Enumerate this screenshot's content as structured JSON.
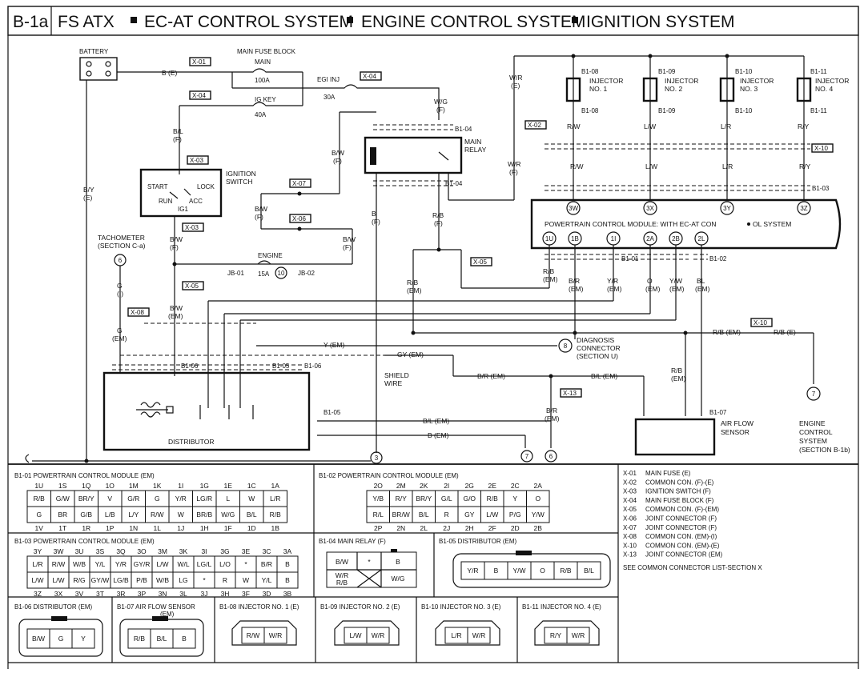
{
  "header": {
    "page_id": "B-1a",
    "model": "FS ATX",
    "sections": [
      "EC-AT CONTROL SYSTEM",
      "ENGINE CONTROL SYSTEM",
      "IGNITION SYSTEM"
    ]
  },
  "diagram": {
    "battery": "BATTERY",
    "main_fuse_block": "MAIN FUSE BLOCK",
    "fuses": [
      {
        "name": "MAIN",
        "rating": "100A"
      },
      {
        "name": "IG KEY",
        "rating": "40A"
      },
      {
        "name": "EGI INJ",
        "rating": "30A"
      },
      {
        "name": "ENGINE",
        "rating": "15A",
        "num": "10"
      }
    ],
    "ignition_switch": {
      "title": [
        "IGNITION",
        "SWITCH"
      ],
      "positions": [
        "START",
        "LOCK",
        "RUN",
        "ACC",
        "IG1"
      ]
    },
    "main_relay": [
      "MAIN",
      "RELAY"
    ],
    "tachometer": [
      "TACHOMETER",
      "(SECTION C-a)"
    ],
    "tach_num": "6",
    "injectors": [
      {
        "conn": "B1-08",
        "name": [
          "INJECTOR",
          "NO. 1"
        ],
        "wire": "R/W",
        "wire_em": "R/W"
      },
      {
        "conn": "B1-09",
        "name": [
          "INJECTOR",
          "NO. 2"
        ],
        "wire": "L/W",
        "wire_em": "L/W"
      },
      {
        "conn": "B1-10",
        "name": [
          "INJECTOR",
          "NO. 3"
        ],
        "wire": "L/R",
        "wire_em": "L/R"
      },
      {
        "conn": "B1-11",
        "name": [
          "INJECTOR",
          "NO. 4"
        ],
        "wire": "R/Y",
        "wire_em": "R/Y"
      }
    ],
    "pcm_title": "POWERTRAIN CONTROL MODULE: WITH EC-AT CON",
    "pcm_title_tail": "OL SYSTEM",
    "pcm_top_terms": [
      "3W",
      "3X",
      "3Y",
      "3Z"
    ],
    "pcm_bottom_terms": [
      "1U",
      "1B",
      "1I",
      "2A",
      "2B",
      "2L"
    ],
    "distributor": "DISTRIBUTOR",
    "air_flow_sensor": [
      "AIR FLOW",
      "SENSOR"
    ],
    "diagnosis": [
      "DIAGNOSIS",
      "CONNECTOR",
      "(SECTION U)"
    ],
    "diag_num": "8",
    "engine_control": [
      "ENGINE",
      "CONTROL",
      "SYSTEM",
      "(SECTION B-1b)"
    ],
    "engine_num": "7",
    "shield_wire": [
      "SHIELD",
      "WIRE"
    ],
    "x_tags": {
      "x01": "X-01",
      "x02": "X-02",
      "x03": "X-03",
      "x04": "X-04",
      "x05": "X-05",
      "x06": "X-06",
      "x07": "X-07",
      "x08": "X-08",
      "x10": "X-10",
      "x13": "X-13"
    },
    "wire_labels": {
      "b_e": "B (E)",
      "by_e": [
        "B/Y",
        "(E)"
      ],
      "bl_f": [
        "B/L",
        "(F)"
      ],
      "bw_f": [
        "B/W",
        "(F)"
      ],
      "bw_em": [
        "B/W",
        "(EM)"
      ],
      "wg_f": [
        "W/G",
        "(F)"
      ],
      "wr_e": [
        "W/R",
        "(E)"
      ],
      "wr_f": [
        "W/R",
        "(F)"
      ],
      "b_f": [
        "B",
        "(F)"
      ],
      "rb_f": [
        "R/B",
        "(F)"
      ],
      "rb_em": [
        "R/B",
        "(EM)"
      ],
      "g_i": [
        "G",
        "(I)"
      ],
      "g_em": [
        "G",
        "(EM)"
      ],
      "y_em": "Y (EM)",
      "gy_em": "GY (EM)",
      "br_em": "B/R (EM)",
      "bl_em": "B/L (EM)",
      "b_em": "B (EM)",
      "rb_em_line": "R/B (EM)",
      "rb_e": "R/B (E)",
      "br_em2": [
        "B/R",
        "(EM)"
      ],
      "yr_em": [
        "Y/R",
        "(EM)"
      ],
      "o_em": [
        "O",
        "(EM)"
      ],
      "yw_em": [
        "Y/W",
        "(EM)"
      ],
      "bl_em2": [
        "BL",
        "(EM)"
      ],
      "jb01": "JB-01",
      "jb02": "JB-02"
    },
    "conn_labels": {
      "b101": "B1-01",
      "b102": "B1-02",
      "b103": "B1-03",
      "b104": "B1-04",
      "b105": "B1-05",
      "b106": "B1-06",
      "b107": "B1-07"
    },
    "ground_num": "3"
  },
  "connectors": {
    "b101": {
      "title": "B1-01  POWERTRAIN CONTROL MODULE (EM)",
      "top_labels": [
        "1U",
        "1S",
        "1Q",
        "1O",
        "1M",
        "1K",
        "1I",
        "1G",
        "1E",
        "1C",
        "1A"
      ],
      "row1": [
        "R/B",
        "G/W",
        "BR/Y",
        "V",
        "G/R",
        "G",
        "Y/R",
        "LG/R",
        "L",
        "W",
        "L/R"
      ],
      "row2": [
        "G",
        "BR",
        "G/B",
        "L/B",
        "L/Y",
        "R/W",
        "W",
        "BR/B",
        "W/G",
        "B/L",
        "R/B"
      ],
      "bottom_labels": [
        "1V",
        "1T",
        "1R",
        "1P",
        "1N",
        "1L",
        "1J",
        "1H",
        "1F",
        "1D",
        "1B"
      ]
    },
    "b102": {
      "title": "B1-02  POWERTRAIN CONTROL MODULE (EM)",
      "top_labels": [
        "2O",
        "2M",
        "2K",
        "2I",
        "2G",
        "2E",
        "2C",
        "2A"
      ],
      "row1": [
        "Y/B",
        "R/Y",
        "BR/Y",
        "G/L",
        "G/O",
        "R/B",
        "Y",
        "O"
      ],
      "row2": [
        "R/L",
        "BR/W",
        "B/L",
        "R",
        "GY",
        "L/W",
        "P/G",
        "Y/W"
      ],
      "bottom_labels": [
        "2P",
        "2N",
        "2L",
        "2J",
        "2H",
        "2F",
        "2D",
        "2B"
      ]
    },
    "b103": {
      "title": "B1-03  POWERTRAIN CONTROL MODULE (EM)",
      "top_labels": [
        "3Y",
        "3W",
        "3U",
        "3S",
        "3Q",
        "3O",
        "3M",
        "3K",
        "3I",
        "3G",
        "3E",
        "3C",
        "3A"
      ],
      "row1": [
        "L/R",
        "R/W",
        "W/B",
        "Y/L",
        "Y/R",
        "GY/R",
        "L/W",
        "W/L",
        "LG/L",
        "L/O",
        "*",
        "B/R",
        "B"
      ],
      "row2": [
        "L/W",
        "L/W",
        "R/G",
        "GY/W",
        "LG/B",
        "P/B",
        "W/B",
        "LG",
        "*",
        "R",
        "W",
        "Y/L",
        "B"
      ],
      "bottom_labels": [
        "3Z",
        "3X",
        "3V",
        "3T",
        "3R",
        "3P",
        "3N",
        "3L",
        "3J",
        "3H",
        "3F",
        "3D",
        "3B"
      ]
    },
    "b104": {
      "title": "B1-04  MAIN RELAY (F)",
      "cells": [
        "B/W",
        "*",
        "B",
        "W/R",
        "R/B",
        "W/G"
      ]
    },
    "b105": {
      "title": "B1-05  DISTRIBUTOR (EM)",
      "cells": [
        "Y/R",
        "B",
        "Y/W",
        "O",
        "R/B",
        "B/L"
      ]
    },
    "b106": {
      "title": "B1-06  DISTRIBUTOR (EM)",
      "cells": [
        "B/W",
        "G",
        "Y"
      ]
    },
    "b107": {
      "title": "B1-07  AIR FLOW SENSOR",
      "sub": "(EM)",
      "cells": [
        "R/B",
        "B/L",
        "B"
      ]
    },
    "b108": {
      "title": "B1-08  INJECTOR NO. 1 (E)",
      "cells": [
        "R/W",
        "W/R"
      ]
    },
    "b109": {
      "title": "B1-09  INJECTOR NO. 2 (E)",
      "cells": [
        "L/W",
        "W/R"
      ]
    },
    "b110": {
      "title": "B1-10  INJECTOR NO. 3 (E)",
      "cells": [
        "L/R",
        "W/R"
      ]
    },
    "b111": {
      "title": "B1-11  INJECTOR NO. 4 (E)",
      "cells": [
        "R/Y",
        "W/R"
      ]
    }
  },
  "legend": [
    {
      "code": "X-01",
      "desc": "MAIN FUSE (E)"
    },
    {
      "code": "X-02",
      "desc": "COMMON CON. (F)-(E)"
    },
    {
      "code": "X-03",
      "desc": "IGNITION SWITCH (F)"
    },
    {
      "code": "X-04",
      "desc": "MAIN FUSE BLOCK (F)"
    },
    {
      "code": "X-05",
      "desc": "COMMON CON. (F)-(EM)"
    },
    {
      "code": "X-06",
      "desc": "JOINT CONNECTOR (F)"
    },
    {
      "code": "X-07",
      "desc": "JOINT CONNECTOR (F)"
    },
    {
      "code": "X-08",
      "desc": "COMMON CON. (EM)-(I)"
    },
    {
      "code": "X-10",
      "desc": "COMMON CON. (EM)-(E)"
    },
    {
      "code": "X-13",
      "desc": "JOINT CONNECTOR (EM)"
    }
  ],
  "legend_note": "SEE COMMON CONNECTOR LIST-SECTION X"
}
